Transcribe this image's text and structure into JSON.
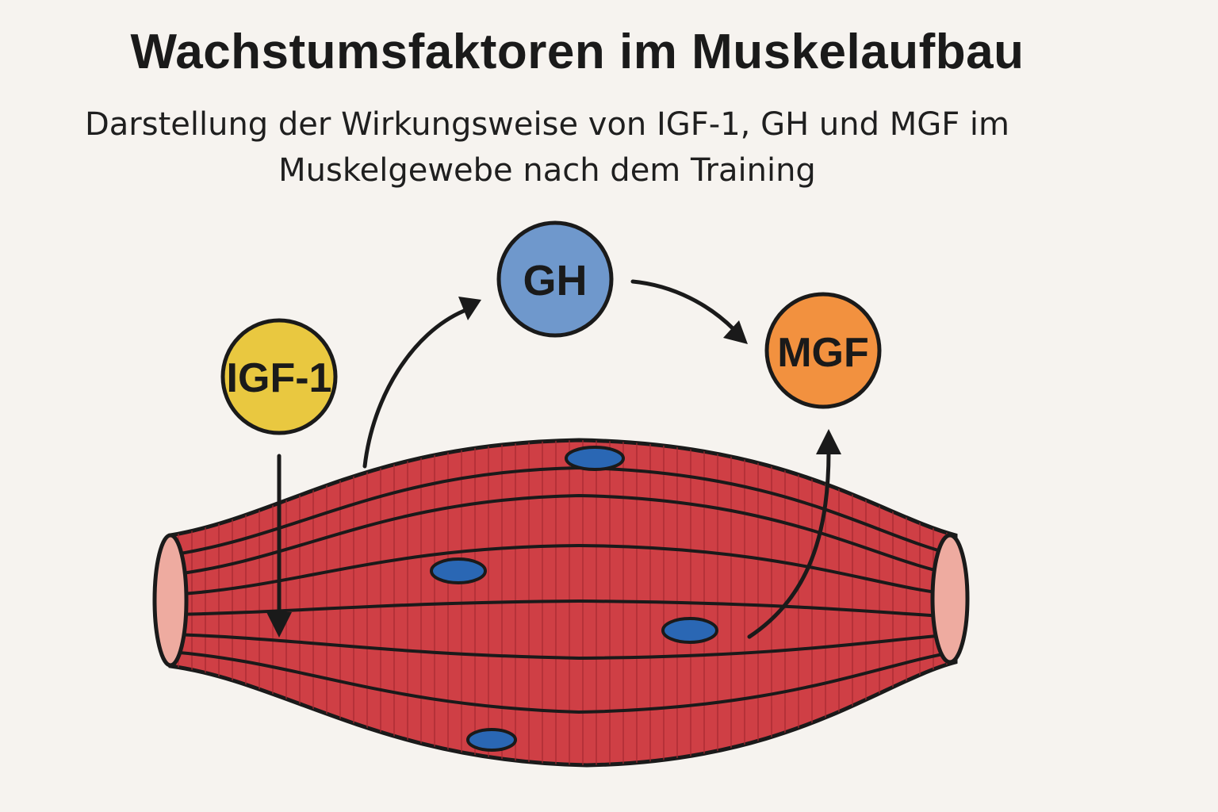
{
  "header": {
    "title": "Wachstumsfaktoren im Muskelaufbau",
    "subtitle_line1": "Darstellung der Wirkungsweise von IGF-1, GH und MGF im",
    "subtitle_line2": "Muskelgewebe nach dem Training"
  },
  "factors": {
    "igf1": {
      "label": "IGF-1",
      "color": "#e9c840"
    },
    "gh": {
      "label": "GH",
      "color": "#6f98cc"
    },
    "mgf": {
      "label": "MGF",
      "color": "#f2913f"
    }
  },
  "muscle": {
    "fiber_color": "#cf3f45",
    "end_color": "#eeaba0",
    "nucleus_color": "#2a67b4",
    "outline_color": "#1a1a1a"
  }
}
